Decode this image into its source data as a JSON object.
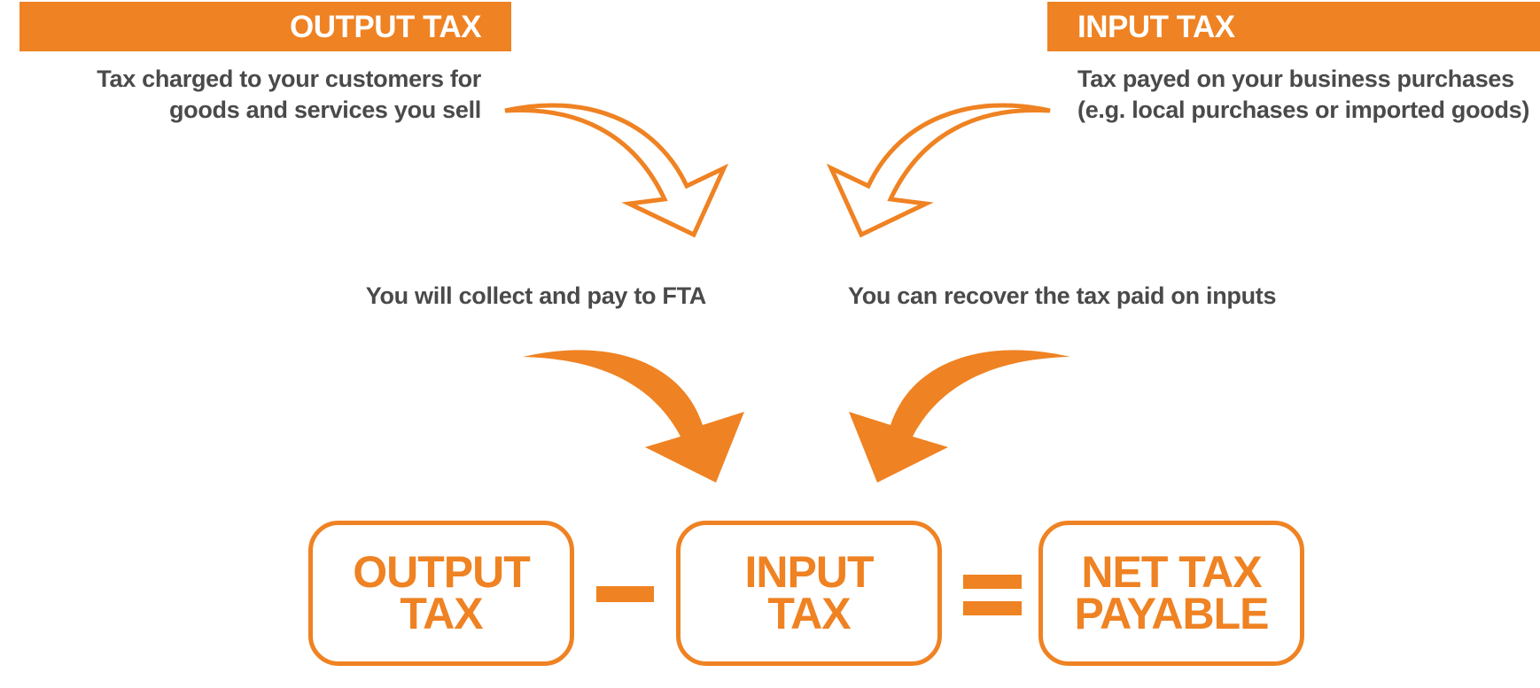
{
  "colors": {
    "accent": "#EF8222",
    "text": "#4a4a4a"
  },
  "output_tax": {
    "banner": "OUTPUT TAX",
    "description_lines": [
      "Tax charged to your customers for",
      "goods and services you sell"
    ],
    "note": "You will collect and pay to FTA"
  },
  "input_tax": {
    "banner": "INPUT TAX",
    "description_lines": [
      "Tax payed on your business purchases",
      "(e.g. local purchases or imported goods)"
    ],
    "note": "You can recover the tax paid on inputs"
  },
  "formula": {
    "boxes": [
      {
        "lines": [
          "OUTPUT",
          "TAX"
        ]
      },
      {
        "lines": [
          "INPUT",
          "TAX"
        ]
      },
      {
        "lines": [
          "NET TAX",
          "PAYABLE"
        ]
      }
    ],
    "operators": [
      "-",
      "="
    ]
  }
}
